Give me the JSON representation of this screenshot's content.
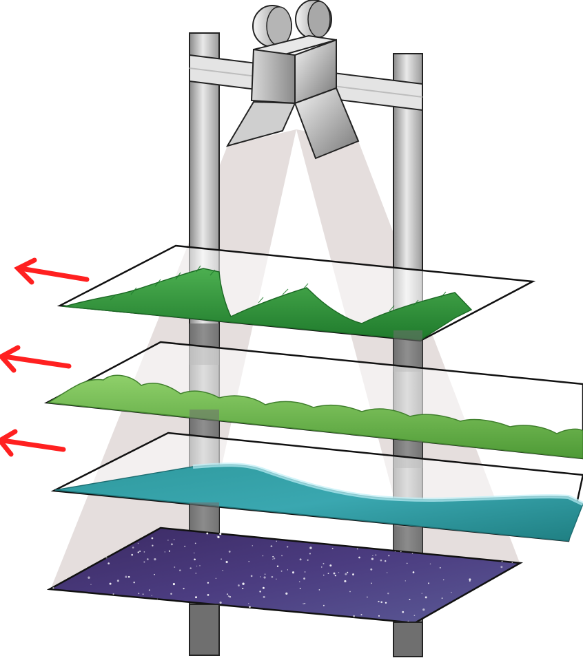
{
  "diagram": {
    "colors": {
      "camera_light": "#dcdcdc",
      "camera_dark": "#6e6e6e",
      "rail_light": "#e6e6e6",
      "rail_dark": "#777777",
      "light_beam": "#d9cfcd",
      "trees": "#2e8b3a",
      "trees_light": "#5fb45f",
      "bushes": "#6cb648",
      "water_light": "#7fd4e3",
      "water_dark": "#2a8c8c",
      "night_sky_light": "#4e4a8a",
      "night_sky_dark": "#3a2a5e",
      "arrows": "#ff2020",
      "outline": "#111111"
    },
    "icons": [
      "camera-icon",
      "arrow-left-icon"
    ],
    "layers": [
      {
        "name": "trees",
        "moves": true
      },
      {
        "name": "bushes",
        "moves": true
      },
      {
        "name": "water",
        "moves": true
      },
      {
        "name": "night-sky",
        "moves": false
      }
    ]
  }
}
